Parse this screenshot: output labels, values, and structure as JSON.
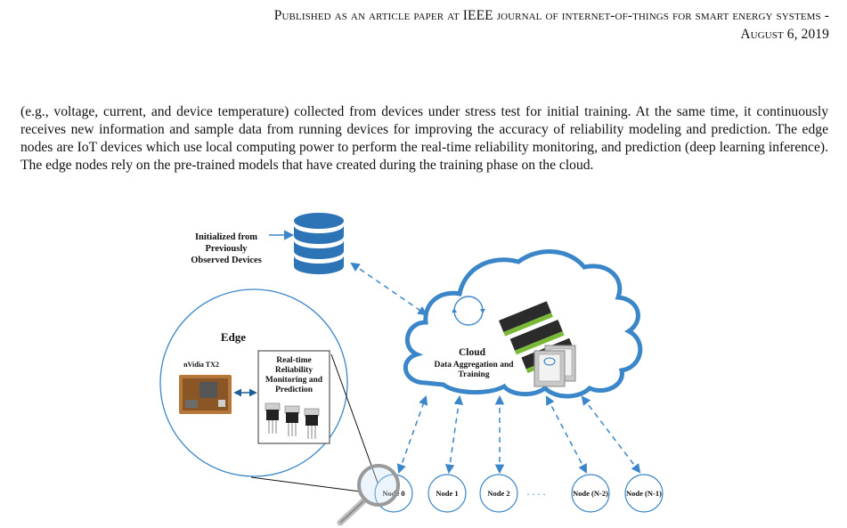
{
  "header": {
    "line1": "Published as an article paper at IEEE journal of internet-of-things for smart energy systems -",
    "line2": "August 6, 2019"
  },
  "body_text": "(e.g., voltage, current, and device temperature) collected from devices under stress test for initial training. At the same time, it continuously receives new information and sample data from running devices for improving the accuracy of reliability modeling and prediction. The edge nodes are IoT devices which use local computing power to perform the real-time reliability monitoring, and prediction (deep learning inference). The edge nodes rely on the pre-trained models that have created during the training phase on the cloud.",
  "figure": {
    "database_label": [
      "Initialized from",
      "Previously",
      "Observed Devices"
    ],
    "edge_title": "Edge",
    "board_label": "nVidia TX2",
    "monitor_label": [
      "Real-time",
      "Reliability",
      "Monitoring and",
      "Prediction"
    ],
    "cloud_title": "Cloud",
    "cloud_sub": [
      "Data Aggregation and",
      "Training"
    ],
    "nodes": [
      "Node 0",
      "Node 1",
      "Node 2",
      "Node (N-2)",
      "Node (N-1)"
    ],
    "ellipsis": ". . . .",
    "colors": {
      "blue": "#3a86c8",
      "dark_blue": "#1f5f99",
      "gpu_green": "#79b936"
    }
  }
}
